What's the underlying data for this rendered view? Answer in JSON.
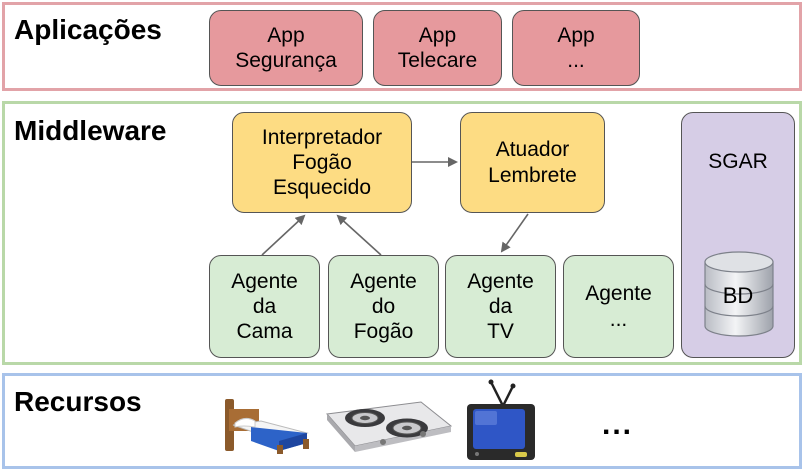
{
  "layers": {
    "applications": "Aplicações",
    "middleware": "Middleware",
    "resources": "Recursos"
  },
  "apps": [
    "App\nSegurança",
    "App\nTelecare",
    "App\n..."
  ],
  "core": {
    "interpreter": "Interpretador\nFogão\nEsquecido",
    "actuator": "Atuador\nLembrete"
  },
  "agents": [
    "Agente\nda\nCama",
    "Agente\ndo\nFogão",
    "Agente\nda\nTV",
    "Agente\n..."
  ],
  "sgar": {
    "label": "SGAR",
    "db": "BD"
  },
  "resources": {
    "icons": [
      "bed-icon",
      "stove-icon",
      "tv-icon"
    ],
    "more": "..."
  },
  "colors": {
    "applications_border": "#e2a3a8",
    "middleware_border": "#b9d8a8",
    "resources_border": "#a8c3ea",
    "app_fill": "#e6999d",
    "core_fill": "#fddc83",
    "agent_fill": "#d7ecd4",
    "sgar_fill": "#d6cde6"
  }
}
